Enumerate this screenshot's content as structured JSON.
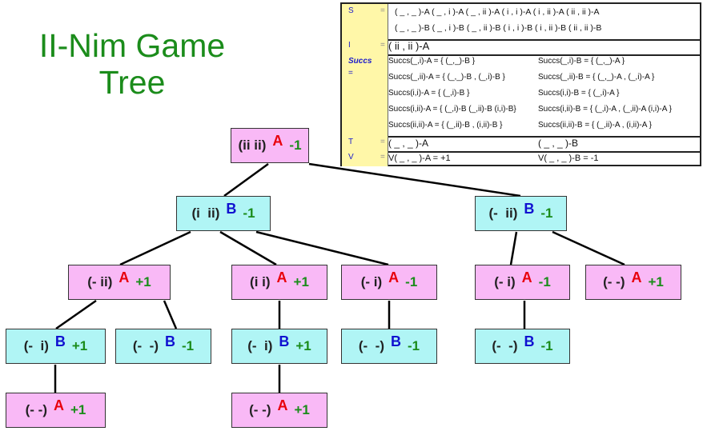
{
  "title": "II-Nim Game Tree",
  "colors": {
    "A": "#e8000b",
    "B": "#1010d0",
    "value": "#1b8c1b",
    "pink": "#f9b9f6",
    "cyan": "#b0f5f5"
  },
  "nodes": [
    {
      "state": "(ii ii)",
      "player": "A",
      "value": "-1"
    },
    {
      "state": "(i  ii)",
      "player": "B",
      "value": "-1"
    },
    {
      "state": "(-  ii)",
      "player": "B",
      "value": "-1"
    },
    {
      "state": "(- ii)",
      "player": "A",
      "value": "+1"
    },
    {
      "state": "(i i)",
      "player": "A",
      "value": "+1"
    },
    {
      "state": "(- i)",
      "player": "A",
      "value": "-1"
    },
    {
      "state": "(- i)",
      "player": "A",
      "value": "-1"
    },
    {
      "state": "(- -)",
      "player": "A",
      "value": "+1"
    },
    {
      "state": "(-  i)",
      "player": "B",
      "value": "+1"
    },
    {
      "state": "(-  -)",
      "player": "B",
      "value": "-1"
    },
    {
      "state": "(-  i)",
      "player": "B",
      "value": "+1"
    },
    {
      "state": "(-  -)",
      "player": "B",
      "value": "-1"
    },
    {
      "state": "(-  -)",
      "player": "B",
      "value": "-1"
    },
    {
      "state": "(- -)",
      "player": "A",
      "value": "+1"
    },
    {
      "state": "(- -)",
      "player": "A",
      "value": "+1"
    }
  ],
  "table": {
    "eq": "=",
    "S": {
      "label": "S",
      "line1": "( _ , _ )-A ( _ , i )-A ( _ , ii )-A ( i , i )-A ( i , ii )-A ( ii , ii )-A",
      "line2": "( _ , _ )-B ( _ , i )-B ( _ , ii )-B ( i , i )-B ( i , ii )-B ( ii , ii )-B"
    },
    "I": {
      "label": "I",
      "value": "( ii , ii )-A"
    },
    "Succs": {
      "label": "Succs",
      "left": [
        "Succs(_,i)-A = { (_,_)-B }",
        "Succs(_,ii)-A = { (_,_)-B , (_,i)-B }",
        "Succs(i,i)-A = { (_,i)-B }",
        "Succs(i,ii)-A = { (_,i)-B (_,ii)-B (i,i)-B}",
        "Succs(ii,ii)-A = { (_,ii)-B , (i,ii)-B }"
      ],
      "right": [
        "Succs(_,i)-B = { (_,_)-A }",
        "Succs(_,ii)-B = { (_,_)-A , (_,i)-A }",
        "Succs(i,i)-B = { (_,i)-A }",
        "Succs(i,ii)-B = { (_,i)-A , (_,ii)-A (i,i)-A }",
        "Succs(ii,ii)-B = { (_,ii)-A , (i,ii)-A }"
      ]
    },
    "T": {
      "label": "T",
      "left": "( _ , _ )-A",
      "right": "( _ , _ )-B"
    },
    "V": {
      "label": "V",
      "left": "V( _ , _ )-A = +1",
      "right": "V( _ , _ )-B = -1"
    }
  }
}
